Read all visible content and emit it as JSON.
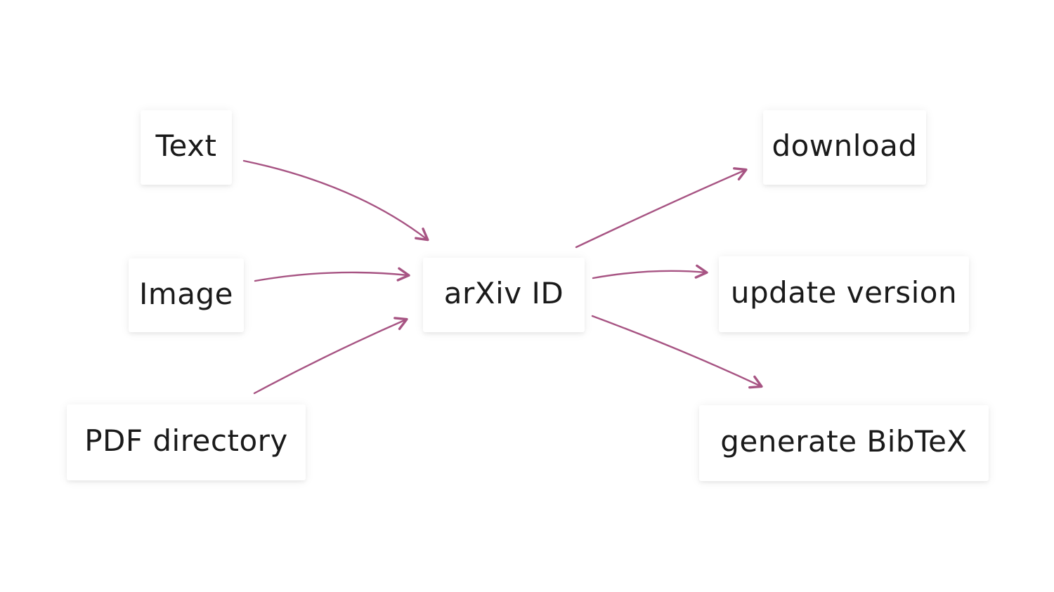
{
  "diagram": {
    "background_color": "#ffffff",
    "node_background_color": "#ffffff",
    "text_color": "#1a1a1a",
    "arrow_color": "#a75483",
    "shadow_color": "#9f9f9f",
    "nodes": [
      {
        "id": "text",
        "label": "Text"
      },
      {
        "id": "image",
        "label": "Image"
      },
      {
        "id": "pdf-directory",
        "label": "PDF directory"
      },
      {
        "id": "arxiv-id",
        "label": "arXiv ID"
      },
      {
        "id": "download",
        "label": "download"
      },
      {
        "id": "update-version",
        "label": "update version"
      },
      {
        "id": "generate-bibtex",
        "label": "generate BibTeX"
      }
    ],
    "edges": [
      {
        "from": "Text",
        "to": "arXiv ID"
      },
      {
        "from": "Image",
        "to": "arXiv ID"
      },
      {
        "from": "PDF directory",
        "to": "arXiv ID"
      },
      {
        "from": "arXiv ID",
        "to": "download"
      },
      {
        "from": "arXiv ID",
        "to": "update version"
      },
      {
        "from": "arXiv ID",
        "to": "generate BibTeX"
      }
    ]
  }
}
